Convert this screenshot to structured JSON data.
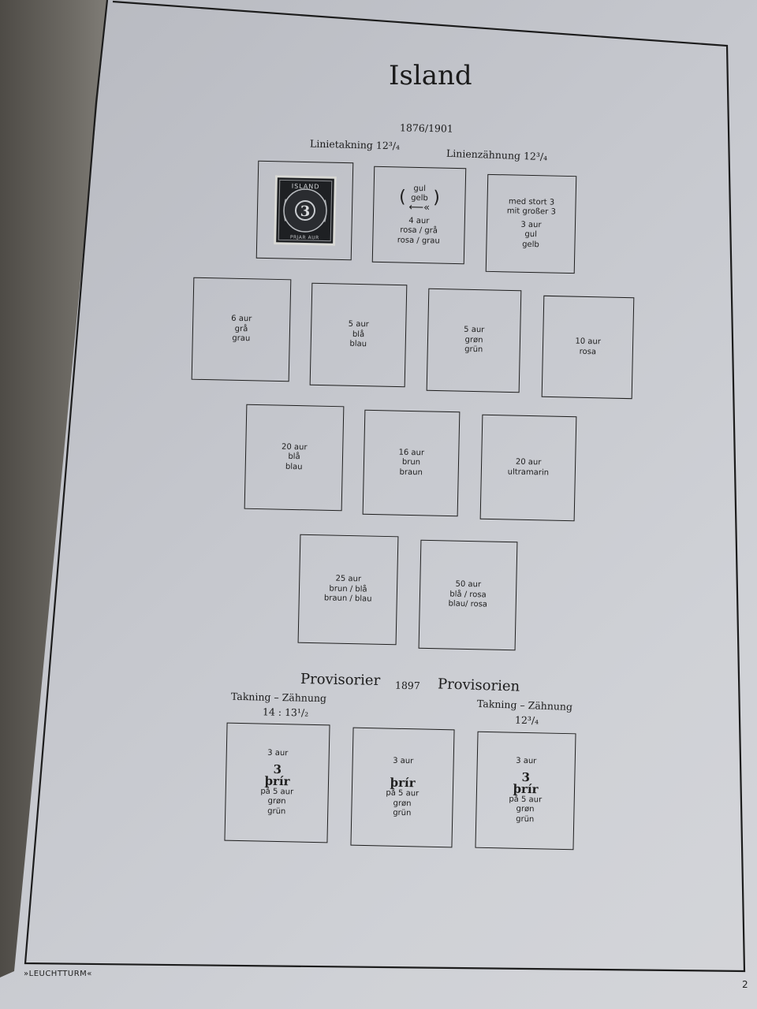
{
  "page": {
    "title": "Island",
    "period": "1876/1901",
    "perf_left": "Linietakning 12³/₄",
    "perf_right": "Linienzähnung 12³/₄",
    "prov_left": "Provisorier",
    "prov_year": "1897",
    "prov_right": "Provisorien",
    "perf2_left": "Takning – Zähnung",
    "perf2_left_val": "14 : 13¹/₂",
    "perf2_right": "Takning – Zähnung",
    "perf2_right_val": "12³/₄",
    "publisher": "»LEUCHTTURM«",
    "page_number": "2"
  },
  "stamp": {
    "word": "ISLAND",
    "numeral": "3",
    "bottom_text": "PRJAR AUR"
  },
  "boxes": {
    "b2": {
      "l1": "gul",
      "l2": "gelb",
      "l3": "4 aur",
      "l4": "rosa / grå",
      "l5": "rosa / grau"
    },
    "b3": {
      "l1": "med stort 3",
      "l2": "mit großer 3",
      "l3": "3 aur",
      "l4": "gul",
      "l5": "gelb"
    },
    "r2": [
      {
        "l1": "6 aur",
        "l2": "grå",
        "l3": "grau"
      },
      {
        "l1": "5 aur",
        "l2": "blå",
        "l3": "blau"
      },
      {
        "l1": "5 aur",
        "l2": "grøn",
        "l3": "grün"
      },
      {
        "l1": "10 aur",
        "l2": "rosa"
      }
    ],
    "r3": [
      {
        "l1": "20 aur",
        "l2": "blå",
        "l3": "blau"
      },
      {
        "l1": "16 aur",
        "l2": "brun",
        "l3": "braun"
      },
      {
        "l1": "20 aur",
        "l2": "ultramarin"
      }
    ],
    "r4": [
      {
        "l1": "25 aur",
        "l2": "brun / blå",
        "l3": "braun / blau"
      },
      {
        "l1": "50 aur",
        "l2": "blå / rosa",
        "l3": "blau/ rosa"
      }
    ],
    "r5": [
      {
        "l1": "3 aur",
        "big1": "3",
        "big2": "þrír",
        "l2": "på  5 aur",
        "l3": "grøn",
        "l4": "grün"
      },
      {
        "l1": "3 aur",
        "big2": "þrír",
        "l2": "på  5 aur",
        "l3": "grøn",
        "l4": "grün"
      },
      {
        "l1": "3 aur",
        "big1": "3",
        "big2": "þrír",
        "l2": "på  5 aur",
        "l3": "grøn",
        "l4": "grün"
      }
    ]
  }
}
